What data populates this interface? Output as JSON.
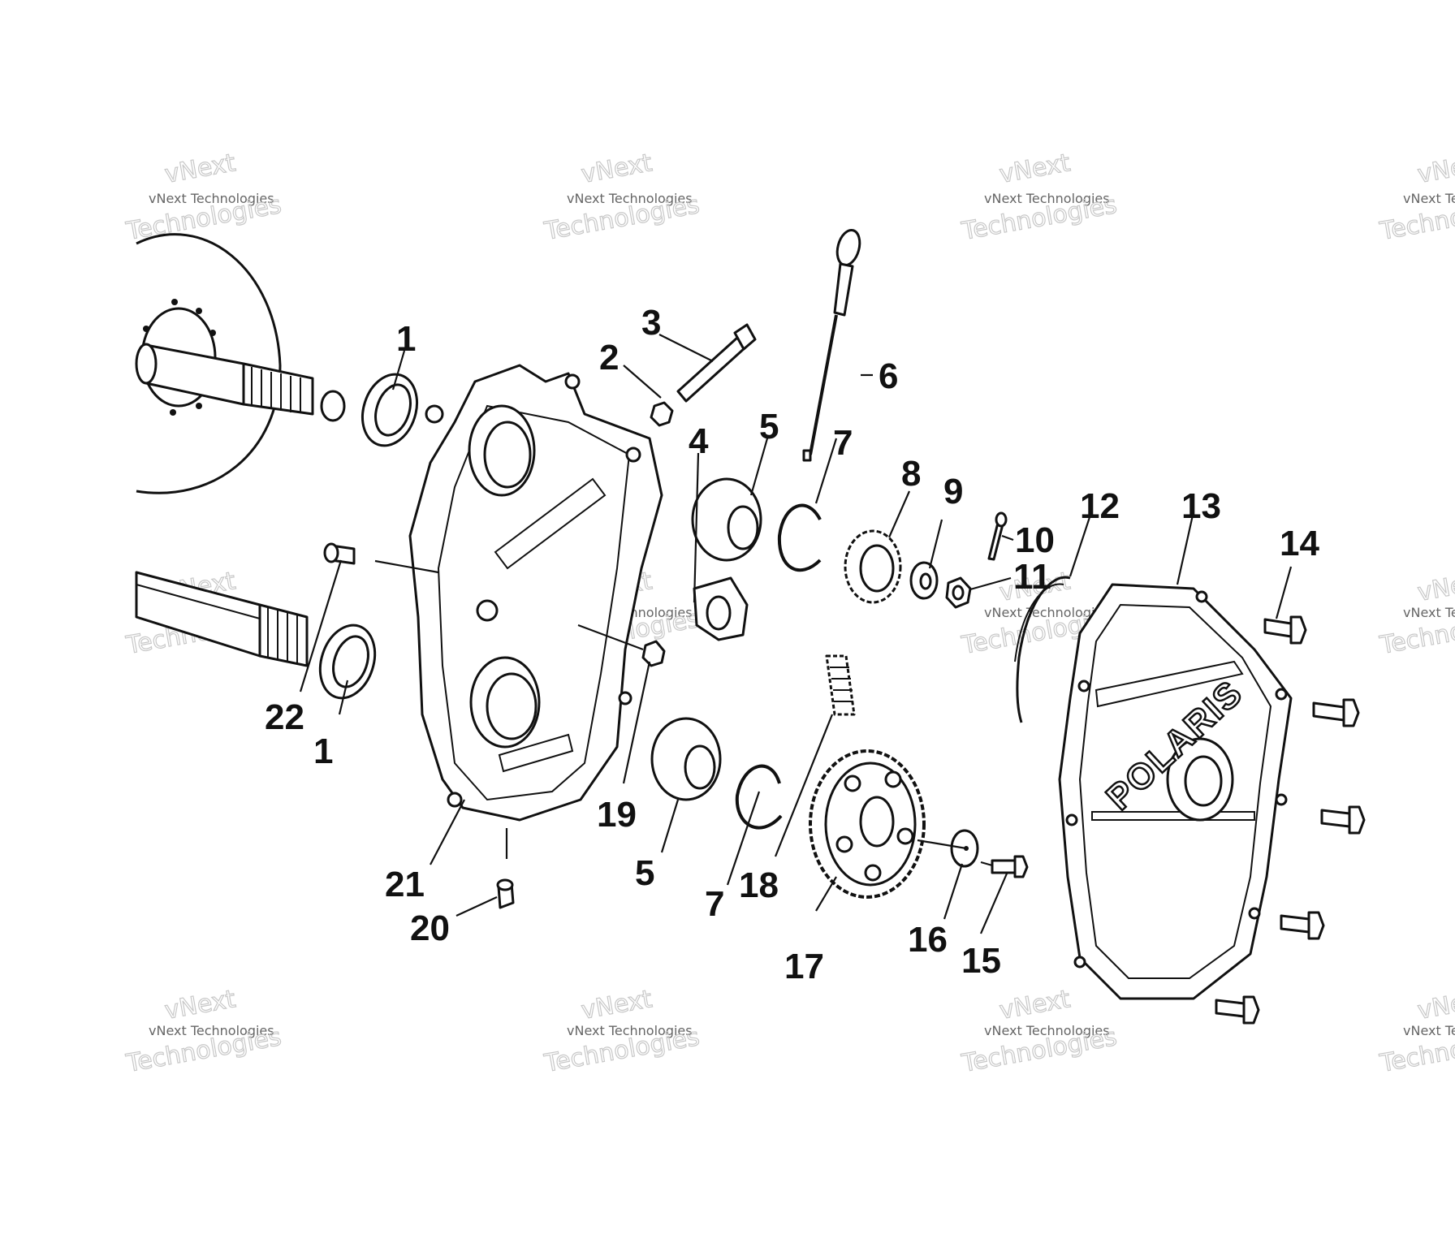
{
  "diagram": {
    "brand_logo_text": "POLARIS",
    "callouts": [
      "1",
      "1",
      "2",
      "3",
      "4",
      "5",
      "5",
      "6",
      "7",
      "7",
      "8",
      "9",
      "10",
      "11",
      "12",
      "13",
      "14",
      "15",
      "16",
      "17",
      "18",
      "19",
      "20",
      "21",
      "22"
    ]
  },
  "watermark": {
    "line1": "vNext",
    "line2": "vNext Technologies",
    "line3": "Technologies"
  },
  "colors": {
    "ink": "#111111",
    "paper": "#ffffff",
    "watermark": "#c8c8c8"
  }
}
